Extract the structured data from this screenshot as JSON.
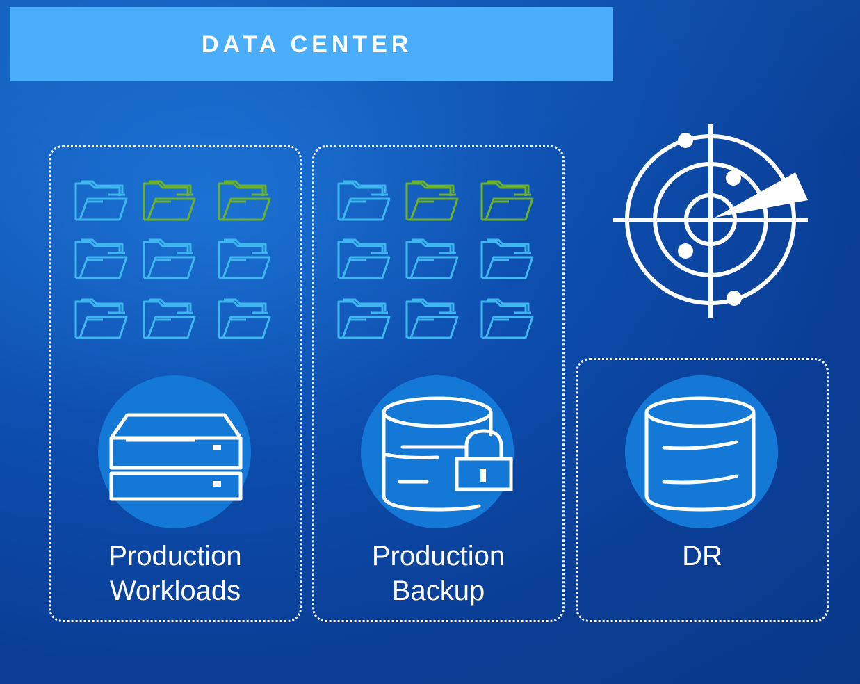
{
  "header": {
    "title": "DATA CENTER"
  },
  "panels": {
    "workloads": {
      "label_line1": "Production",
      "label_line2": "Workloads",
      "icon": "server-drives-icon"
    },
    "backup": {
      "label_line1": "Production",
      "label_line2": "Backup",
      "icon": "database-lock-icon"
    },
    "dr": {
      "label": "DR",
      "icon": "database-icon"
    }
  },
  "radar": {
    "icon": "radar-icon"
  },
  "folder_grid": {
    "icon": "folder-icon",
    "workloads_colors": [
      [
        "blue",
        "green",
        "green"
      ],
      [
        "blue",
        "blue",
        "blue"
      ],
      [
        "blue",
        "blue",
        "blue"
      ]
    ],
    "backup_colors": [
      [
        "blue",
        "green",
        "green"
      ],
      [
        "blue",
        "blue",
        "blue"
      ],
      [
        "blue",
        "blue",
        "blue"
      ]
    ]
  },
  "colors": {
    "header": "#4aaefc",
    "folder_blue": "#3fb6f0",
    "folder_green": "#6bb32e",
    "icon_circle": "#1478d6",
    "line": "#ffffff"
  }
}
